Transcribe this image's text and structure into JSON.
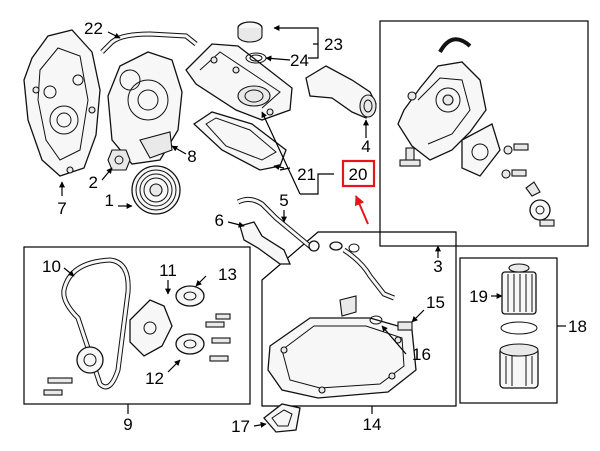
{
  "diagram": {
    "callouts": [
      "1",
      "2",
      "3",
      "4",
      "5",
      "6",
      "7",
      "8",
      "9",
      "10",
      "11",
      "12",
      "13",
      "14",
      "15",
      "16",
      "17",
      "18",
      "19",
      "20",
      "21",
      "22",
      "23",
      "24"
    ],
    "highlighted_callout": "20",
    "highlight_color": "#e8141c",
    "line_color": "#000000",
    "background": "#ffffff"
  }
}
